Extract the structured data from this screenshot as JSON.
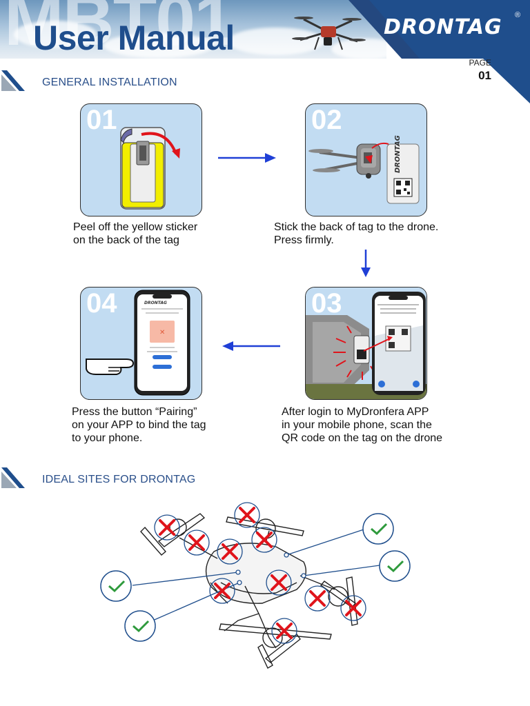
{
  "header": {
    "watermark": "MBT01",
    "title": "User Manual",
    "brand": "DRONTAG",
    "registered": "®",
    "page_label": "PAGE",
    "page_number": "01"
  },
  "colors": {
    "brand_blue": "#1f4e8c",
    "panel_fill": "#c2dcf2",
    "sticker_yellow": "#f2ee00",
    "arrow_blue": "#1f3fd6",
    "ok_green": "#2e9a3c",
    "bad_red": "#e0141b",
    "section_title": "#2a4f8a"
  },
  "installation": {
    "title": "GENERAL INSTALLATION",
    "steps": [
      {
        "number": "01",
        "caption_lines": [
          "Peel off the yellow sticker",
          "on the back of the tag"
        ]
      },
      {
        "number": "02",
        "caption_lines": [
          "Stick the back of tag to the drone.",
          "Press firmly."
        ]
      },
      {
        "number": "03",
        "caption_lines": [
          "After login to MyDronfera APP",
          "in your mobile phone, scan the",
          "QR code on the tag on the drone"
        ]
      },
      {
        "number": "04",
        "caption_lines": [
          "Press the button “Pairing”",
          "on your APP to bind the tag",
          "to your phone."
        ]
      }
    ]
  },
  "ideal_sites": {
    "title": "IDEAL SITES FOR DRONTAG"
  }
}
